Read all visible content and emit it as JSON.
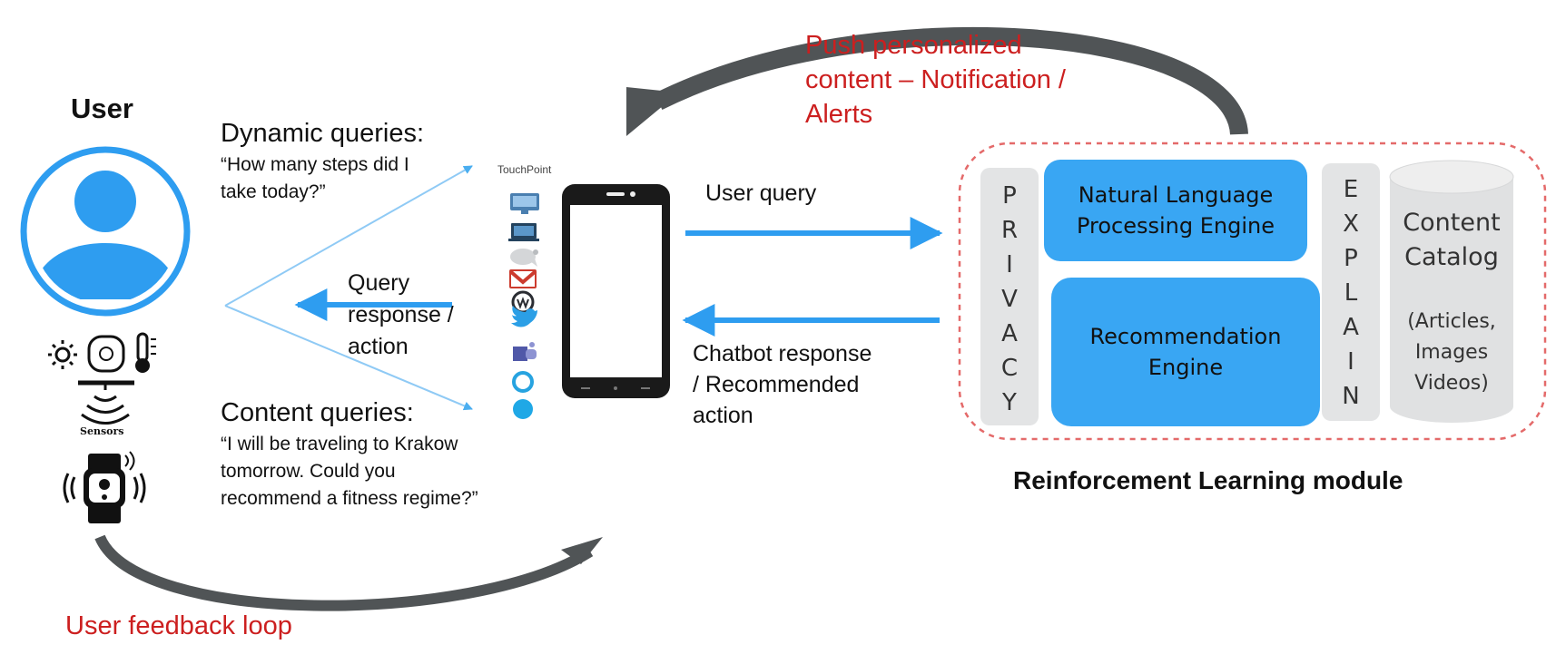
{
  "user": {
    "title": "User",
    "sensors_label": "Sensors",
    "feedback_loop": "User feedback loop"
  },
  "queries": {
    "dynamic_title": "Dynamic queries:",
    "dynamic_example": [
      "“How many steps did I",
      "take today?”"
    ],
    "content_title": "Content queries:",
    "content_example": [
      "“I will be traveling to Krakow",
      "tomorrow. Could you",
      "recommend a fitness regime?”"
    ],
    "response_label": [
      "Query",
      "response /",
      "action"
    ]
  },
  "touchpoint": {
    "label": "TouchPoint",
    "icons": [
      "monitor-icon",
      "laptop-icon",
      "chat-bubble-icon",
      "gmail-icon",
      "workplace-icon",
      "twitter-icon",
      "teams-icon",
      "cortana-icon",
      "skype-icon"
    ]
  },
  "flows": {
    "user_query": "User query",
    "chatbot_response": [
      "Chatbot response",
      "/ Recommended",
      "action"
    ],
    "push_content": [
      "Push personalized",
      "content – Notification /",
      "Alerts"
    ]
  },
  "rl_module": {
    "title": "Reinforcement Learning module",
    "privacy_letters": [
      "P",
      "R",
      "I",
      "V",
      "A",
      "C",
      "Y"
    ],
    "explain_letters": [
      "E",
      "X",
      "P",
      "L",
      "A",
      "I",
      "N"
    ],
    "nlp_engine": [
      "Natural Language",
      "Processing Engine"
    ],
    "rec_engine": [
      "Recommendation",
      "Engine"
    ],
    "catalog_title": [
      "Content",
      "Catalog"
    ],
    "catalog_detail": [
      "(Articles,",
      "Images",
      "Videos)"
    ]
  },
  "colors": {
    "accent_blue": "#2e9df0",
    "engine_blue": "#39a6f3",
    "arrow_gray": "#505456",
    "text_red": "#cc1f1f",
    "panel_gray": "#e3e4e5",
    "dashed_red": "#e46a6a"
  }
}
